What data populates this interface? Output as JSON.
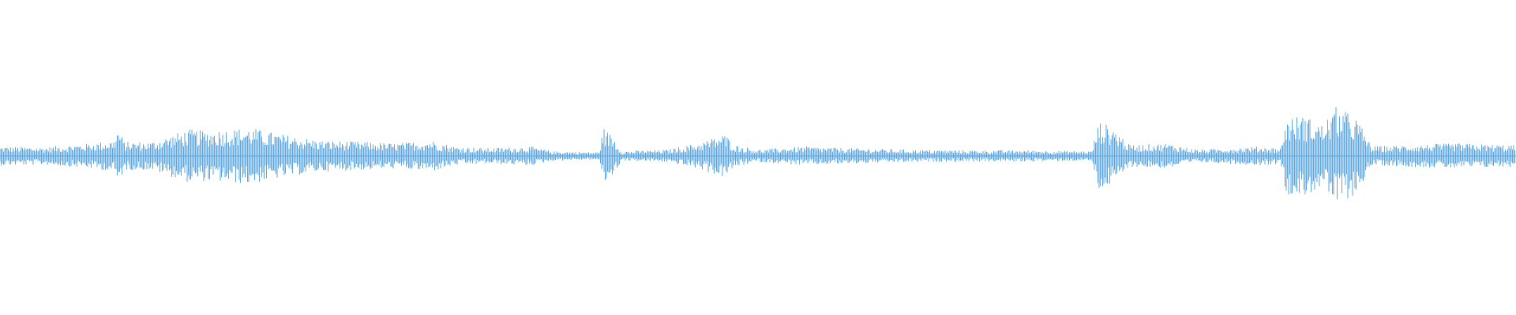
{
  "waveform": {
    "color": "#5aa6e0",
    "amplitude_profile": [
      {
        "t": 0.0,
        "a": 0.03
      },
      {
        "t": 0.03,
        "a": 0.028
      },
      {
        "t": 0.06,
        "a": 0.04
      },
      {
        "t": 0.075,
        "a": 0.05
      },
      {
        "t": 0.078,
        "a": 0.09
      },
      {
        "t": 0.082,
        "a": 0.045
      },
      {
        "t": 0.1,
        "a": 0.045
      },
      {
        "t": 0.115,
        "a": 0.07
      },
      {
        "t": 0.125,
        "a": 0.085
      },
      {
        "t": 0.135,
        "a": 0.08
      },
      {
        "t": 0.15,
        "a": 0.085
      },
      {
        "t": 0.165,
        "a": 0.09
      },
      {
        "t": 0.185,
        "a": 0.07
      },
      {
        "t": 0.21,
        "a": 0.05
      },
      {
        "t": 0.24,
        "a": 0.045
      },
      {
        "t": 0.26,
        "a": 0.04
      },
      {
        "t": 0.285,
        "a": 0.05
      },
      {
        "t": 0.3,
        "a": 0.03
      },
      {
        "t": 0.32,
        "a": 0.025
      },
      {
        "t": 0.35,
        "a": 0.03
      },
      {
        "t": 0.365,
        "a": 0.015
      },
      {
        "t": 0.395,
        "a": 0.012
      },
      {
        "t": 0.398,
        "a": 0.09
      },
      {
        "t": 0.405,
        "a": 0.06
      },
      {
        "t": 0.41,
        "a": 0.015
      },
      {
        "t": 0.44,
        "a": 0.02
      },
      {
        "t": 0.46,
        "a": 0.04
      },
      {
        "t": 0.478,
        "a": 0.07
      },
      {
        "t": 0.485,
        "a": 0.035
      },
      {
        "t": 0.5,
        "a": 0.02
      },
      {
        "t": 0.53,
        "a": 0.03
      },
      {
        "t": 0.56,
        "a": 0.025
      },
      {
        "t": 0.6,
        "a": 0.02
      },
      {
        "t": 0.64,
        "a": 0.018
      },
      {
        "t": 0.68,
        "a": 0.018
      },
      {
        "t": 0.72,
        "a": 0.015
      },
      {
        "t": 0.725,
        "a": 0.11
      },
      {
        "t": 0.735,
        "a": 0.09
      },
      {
        "t": 0.745,
        "a": 0.035
      },
      {
        "t": 0.77,
        "a": 0.04
      },
      {
        "t": 0.79,
        "a": 0.02
      },
      {
        "t": 0.83,
        "a": 0.03
      },
      {
        "t": 0.845,
        "a": 0.025
      },
      {
        "t": 0.848,
        "a": 0.12
      },
      {
        "t": 0.86,
        "a": 0.13
      },
      {
        "t": 0.872,
        "a": 0.1
      },
      {
        "t": 0.882,
        "a": 0.16
      },
      {
        "t": 0.895,
        "a": 0.12
      },
      {
        "t": 0.905,
        "a": 0.03
      },
      {
        "t": 0.93,
        "a": 0.035
      },
      {
        "t": 0.96,
        "a": 0.04
      },
      {
        "t": 1.0,
        "a": 0.035
      }
    ]
  }
}
